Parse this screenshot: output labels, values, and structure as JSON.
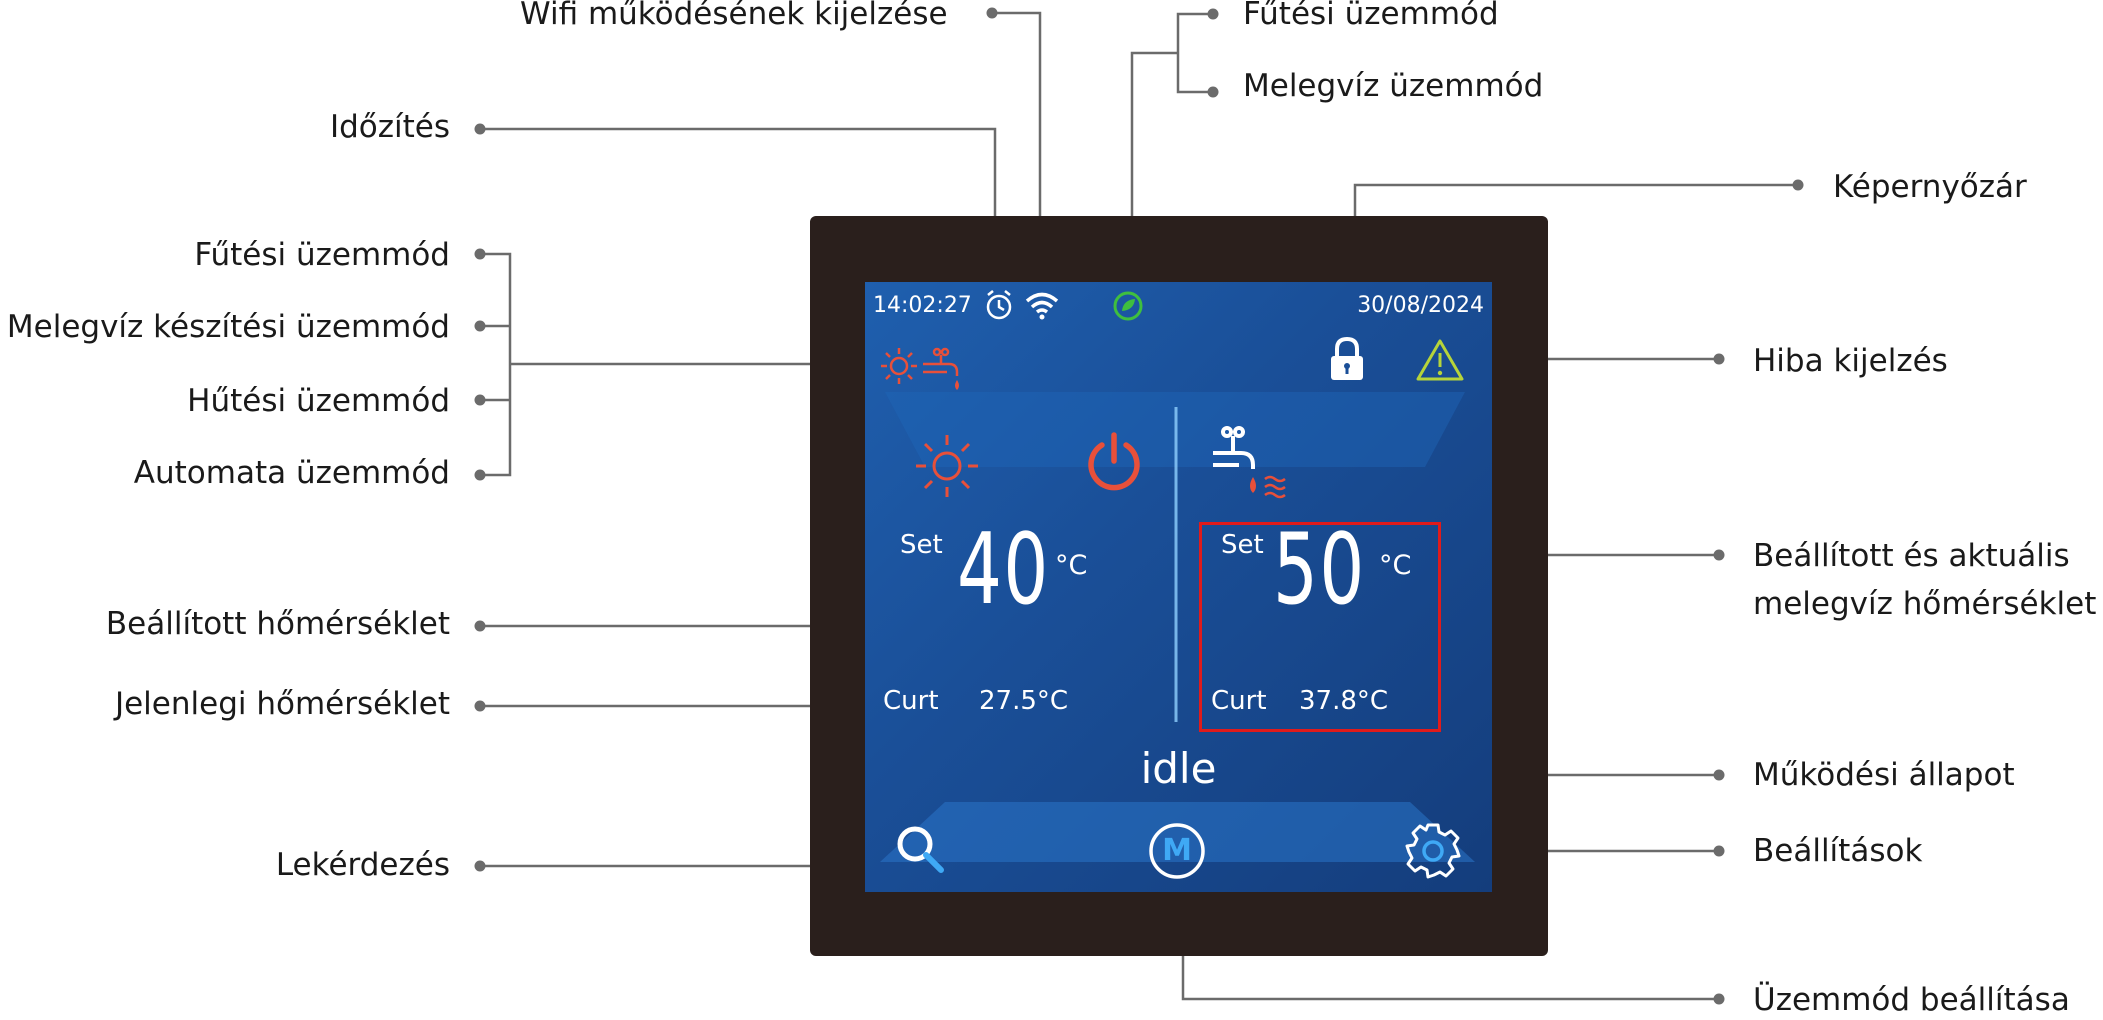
{
  "callouts": {
    "wifi": "Wifi működésének kijelzése",
    "timing": "Időzítés",
    "heating_mode_top": "Fűtési üzemmód",
    "dhw_mode_top": "Melegvíz üzemmód",
    "screen_lock": "Képernyőzár",
    "heating_mode": "Fűtési üzemmód",
    "dhw_production_mode": "Melegvíz készítési üzemmód",
    "cooling_mode": "Hűtési üzemmód",
    "auto_mode": "Automata üzemmód",
    "error_display": "Hiba kijelzés",
    "set_temp": "Beállított hőmérséklet",
    "current_temp": "Jelenlegi hőmérséklet",
    "dhw_temp_line1": "Beállított és aktuális",
    "dhw_temp_line2": "melegvíz hőmérséklet",
    "operating_state": "Működési állapot",
    "query": "Lekérdezés",
    "settings": "Beállítások",
    "mode_setting": "Üzemmód beállítása"
  },
  "screen": {
    "time": "14:02:27",
    "date": "30/08/2024",
    "left": {
      "set_label": "Set",
      "set_value": "40",
      "unit": "°C",
      "curr_label": "Curt",
      "curr_value": "27.5°C"
    },
    "right": {
      "set_label": "Set",
      "set_value": "50",
      "unit": "°C",
      "curr_label": "Curt",
      "curr_value": "37.8°C"
    },
    "status": "idle",
    "mode_button": "M"
  },
  "colors": {
    "screen_bg": "#1a4f98",
    "heat_icon": "#e8503a",
    "eco_icon": "#3fbf3f",
    "warning_icon": "#b6d43a",
    "highlight_box": "#e01b1b",
    "button_icon": "#3fa9f5"
  },
  "icons": [
    "alarm-clock-icon",
    "wifi-icon",
    "eco-leaf-icon",
    "lock-icon",
    "warning-icon",
    "sun-icon",
    "tap-icon",
    "power-icon",
    "search-icon",
    "mode-icon",
    "gear-icon"
  ]
}
